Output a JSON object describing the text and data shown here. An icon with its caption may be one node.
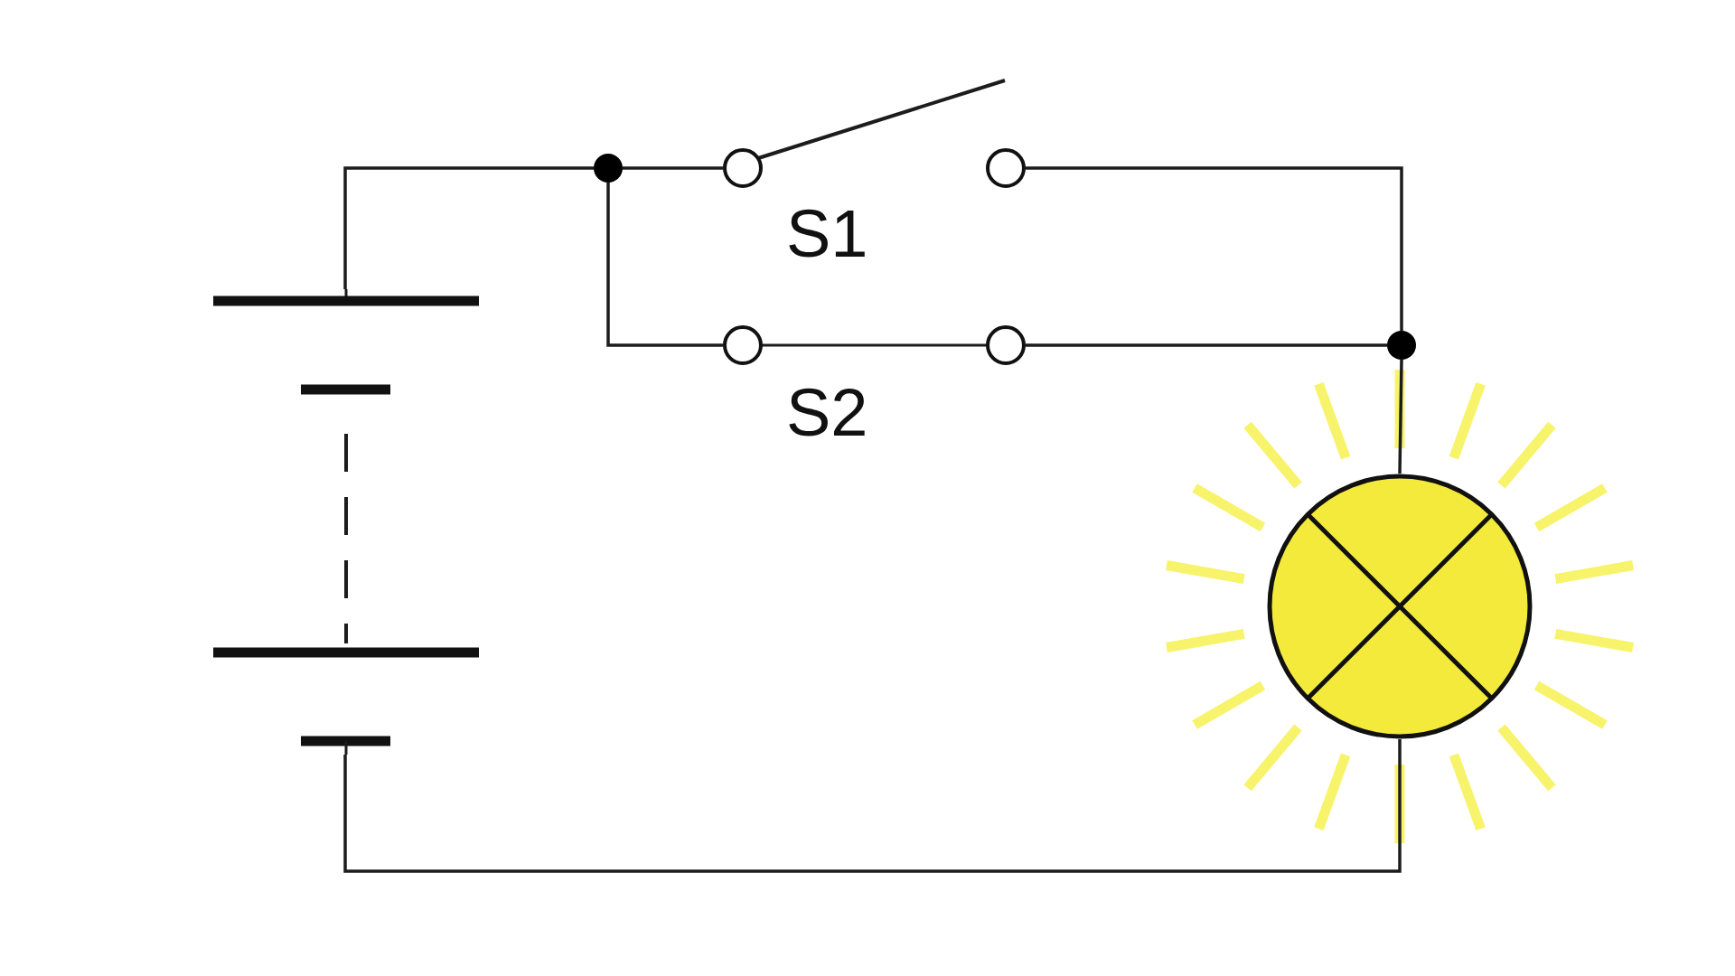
{
  "diagram": {
    "nodes": [
      {
        "text": [],
        "shape": "battery"
      },
      {
        "text": [],
        "shape": "switch",
        "beside": [
          "S1"
        ]
      },
      {
        "text": [],
        "shape": "switch",
        "beside": [
          "S2"
        ]
      },
      {
        "text": [],
        "shape": "circle"
      },
      {
        "text": [],
        "shape": "dot"
      },
      {
        "text": [],
        "shape": "dot"
      }
    ],
    "edges": [
      {
        "from": 0,
        "to": 4,
        "arrow": "none"
      },
      {
        "from": 4,
        "to": 1,
        "arrow": "none"
      },
      {
        "from": 4,
        "to": 2,
        "arrow": "none"
      },
      {
        "from": 1,
        "to": 5,
        "arrow": "none"
      },
      {
        "from": 2,
        "to": 5,
        "arrow": "none"
      },
      {
        "from": 5,
        "to": 3,
        "arrow": "none"
      },
      {
        "from": 3,
        "to": 0,
        "arrow": "none"
      }
    ]
  }
}
